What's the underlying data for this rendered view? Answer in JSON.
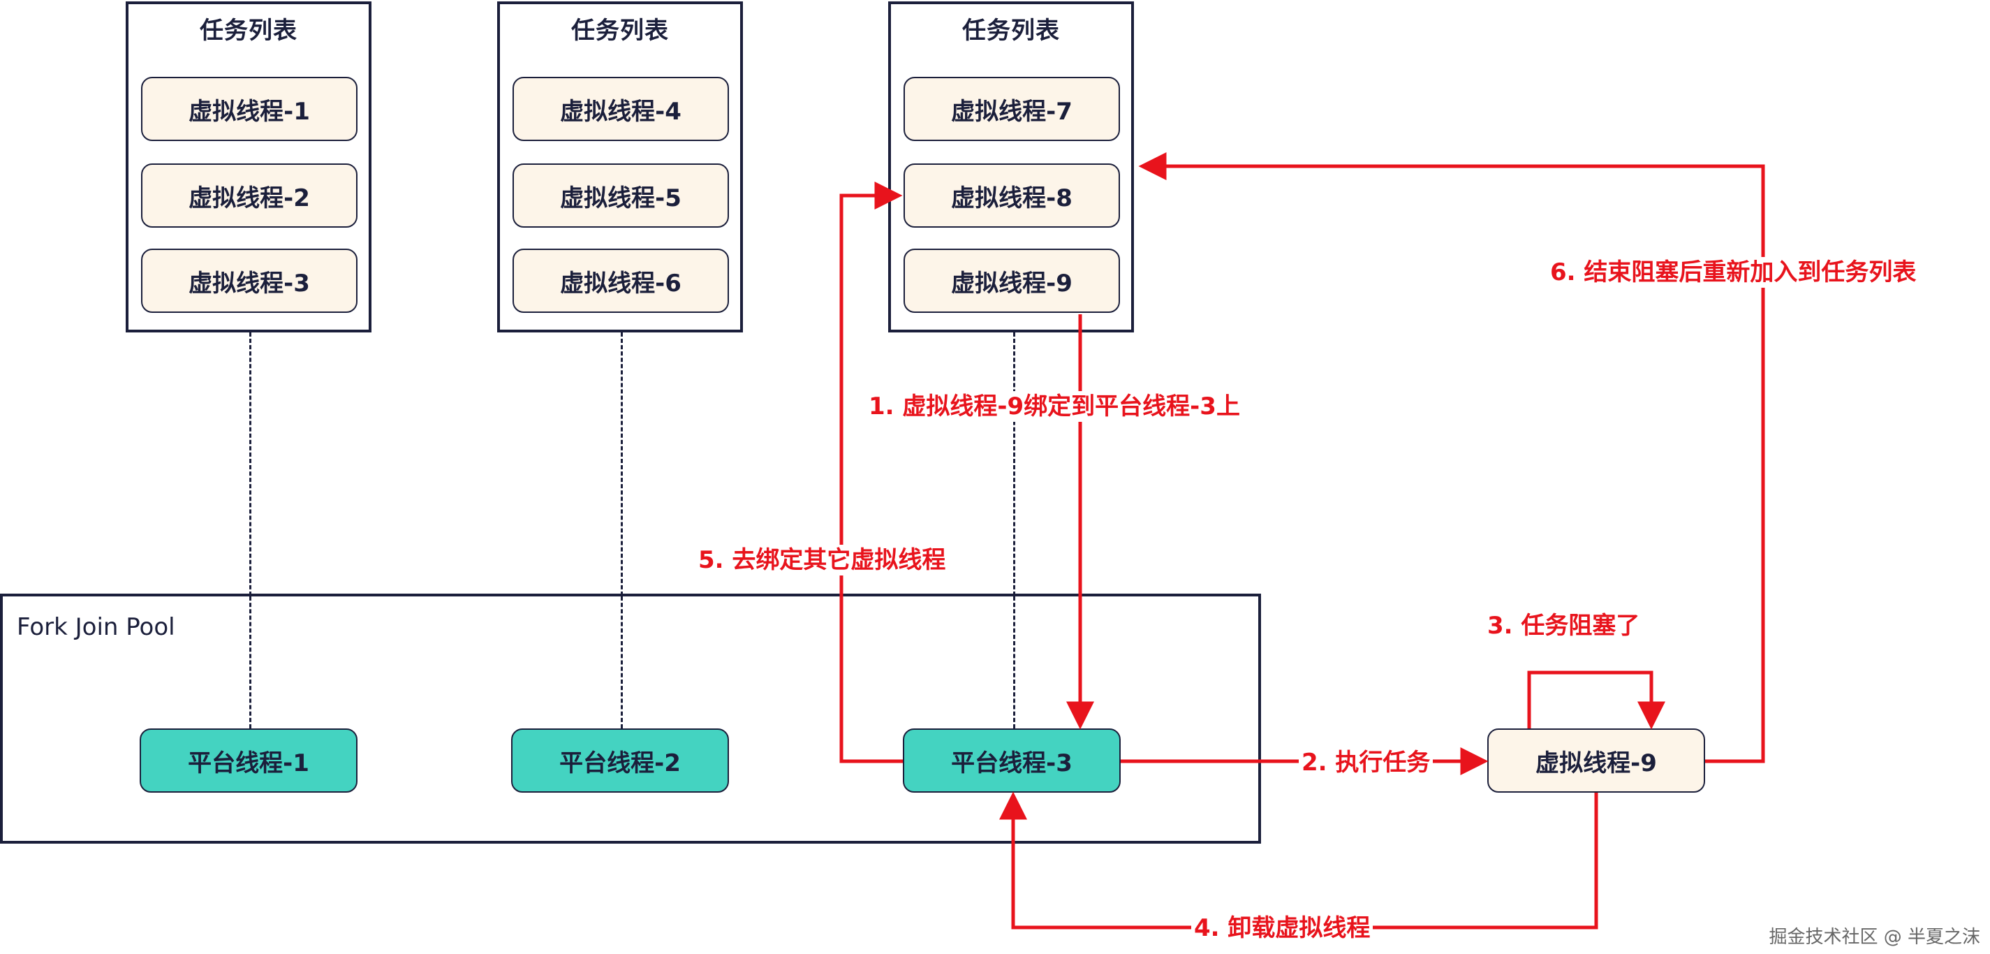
{
  "task_lists": [
    {
      "title": "任务列表",
      "threads": [
        "虚拟线程-1",
        "虚拟线程-2",
        "虚拟线程-3"
      ]
    },
    {
      "title": "任务列表",
      "threads": [
        "虚拟线程-4",
        "虚拟线程-5",
        "虚拟线程-6"
      ]
    },
    {
      "title": "任务列表",
      "threads": [
        "虚拟线程-7",
        "虚拟线程-8",
        "虚拟线程-9"
      ]
    }
  ],
  "pool": {
    "title": "Fork Join Pool",
    "platform_threads": [
      "平台线程-1",
      "平台线程-2",
      "平台线程-3"
    ]
  },
  "blocked_thread": "虚拟线程-9",
  "steps": {
    "s1": "1. 虚拟线程-9绑定到平台线程-3上",
    "s2": "2. 执行任务",
    "s3": "3. 任务阻塞了",
    "s4": "4. 卸载虚拟线程",
    "s5": "5. 去绑定其它虚拟线程",
    "s6": "6. 结束阻塞后重新加入到任务列表"
  },
  "watermark": "掘金技术社区 @ 半夏之沫",
  "colors": {
    "outline": "#1b1f3b",
    "virtual_thread_fill": "#fdf5e9",
    "platform_thread_fill": "#44d3c1",
    "arrow": "#e8131c"
  }
}
